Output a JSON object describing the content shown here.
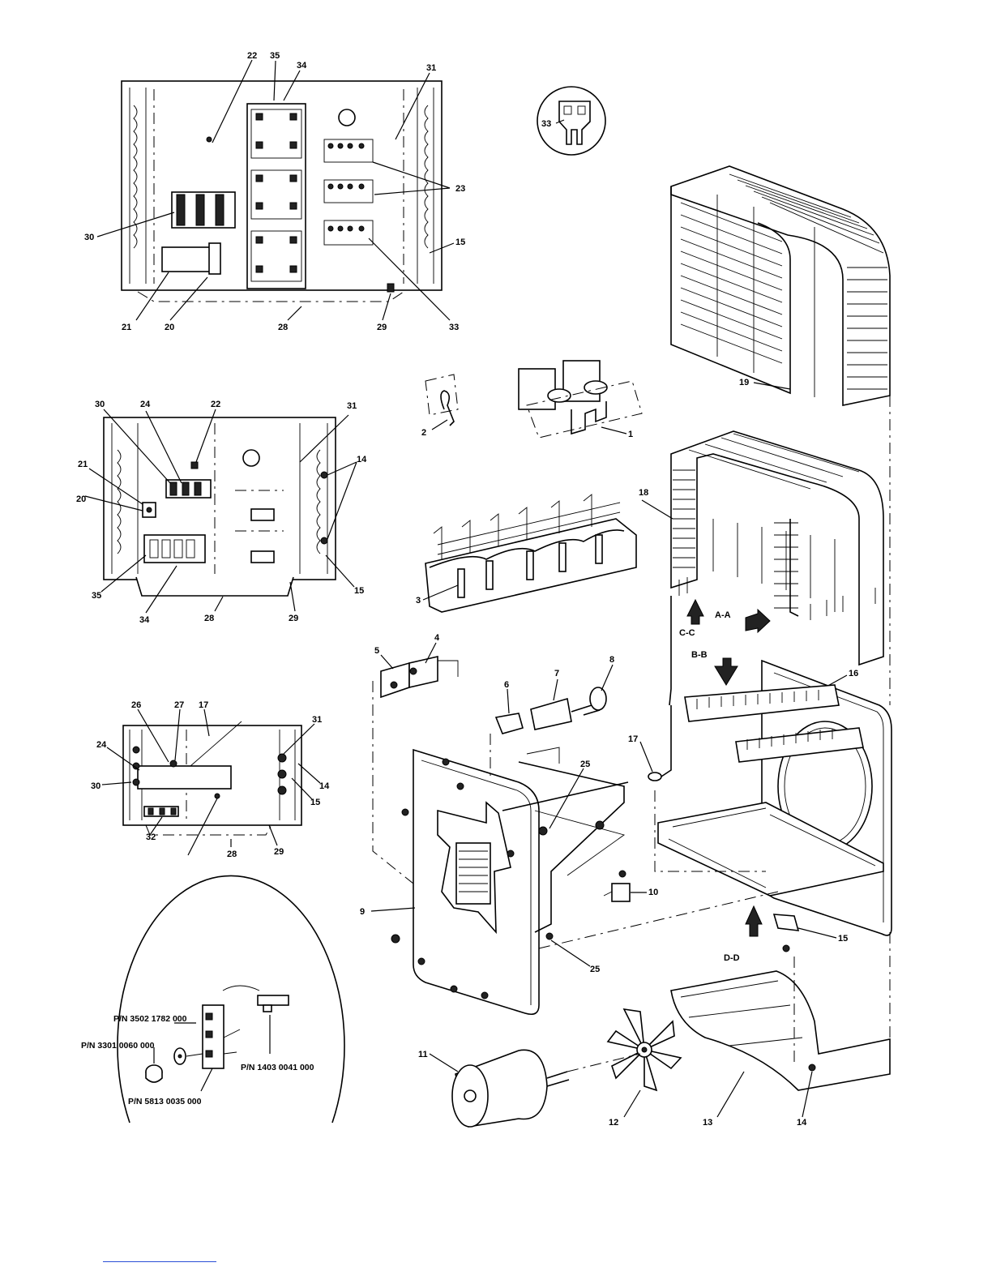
{
  "panel_top": {
    "callouts": [
      "22",
      "35",
      "34",
      "31",
      "23",
      "30",
      "15",
      "21",
      "20",
      "28",
      "29",
      "33"
    ]
  },
  "detail_circle_top": {
    "callouts": [
      "33"
    ]
  },
  "panel_middle": {
    "callouts": [
      "30",
      "24",
      "22",
      "31",
      "21",
      "14",
      "20",
      "35",
      "34",
      "28",
      "29",
      "15"
    ]
  },
  "panel_bottom": {
    "callouts": [
      "26",
      "27",
      "17",
      "31",
      "24",
      "30",
      "14",
      "15",
      "32",
      "28",
      "29"
    ]
  },
  "detail_circle_bottom": {
    "part_numbers": [
      "P/N 3502 1782 000",
      "P/N 3301 0060 000",
      "P/N 1403 0041 000",
      "P/N 5813 0035 000"
    ]
  },
  "exploded_view": {
    "callouts": [
      "19",
      "2",
      "1",
      "18",
      "3",
      "4",
      "5",
      "6",
      "7",
      "8",
      "16",
      "17",
      "25",
      "9",
      "10",
      "15",
      "11",
      "12",
      "13",
      "14",
      "25"
    ],
    "section_labels": [
      "A-A",
      "C-C",
      "B-B",
      "D-D"
    ]
  }
}
